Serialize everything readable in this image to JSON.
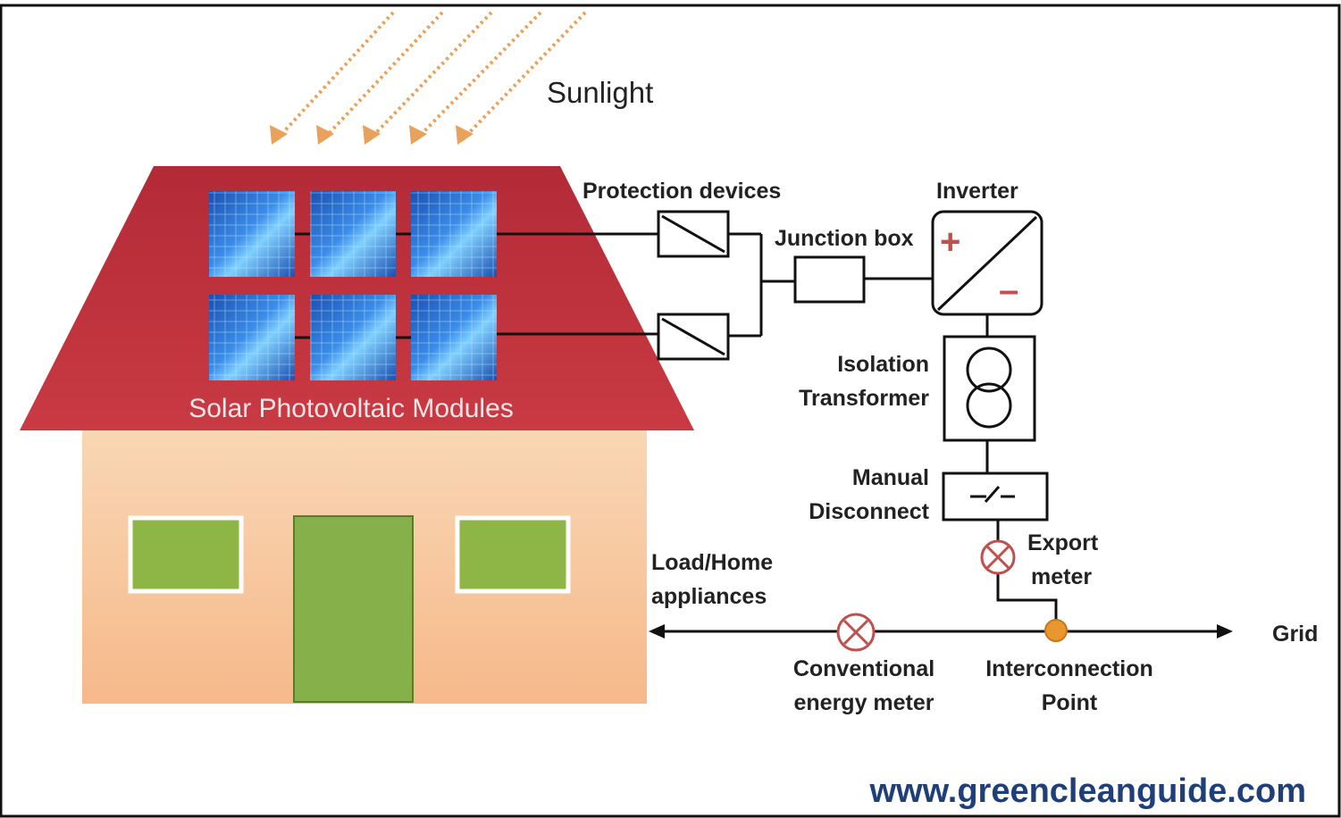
{
  "labels": {
    "sunlight": "Sunlight",
    "modules": "Solar Photovoltaic Modules",
    "protection": "Protection devices",
    "junction": "Junction box",
    "inverter": "Inverter",
    "isolation_1": "Isolation",
    "isolation_2": "Transformer",
    "disconnect_1": "Manual",
    "disconnect_2": "Disconnect",
    "export_1": "Export",
    "export_2": "meter",
    "load_1": "Load/Home",
    "load_2": "appliances",
    "grid": "Grid",
    "conventional_1": "Conventional",
    "conventional_2": "energy meter",
    "interconnection_1": "Interconnection",
    "interconnection_2": "Point",
    "url": "www.greencleanguide.com"
  },
  "symbols": {
    "plus": "+",
    "minus": "–"
  },
  "colors": {
    "roof": "#c0353f",
    "wall": "#f8c8a0",
    "window_green": "#8db646",
    "door_green": "#86b04a",
    "sun_ray": "#e8a25c",
    "meter_red": "#c0504d",
    "interconnect_dot": "#e8962e",
    "panel_blue": "#2a6fd0",
    "url_blue": "#1f3f7a"
  }
}
